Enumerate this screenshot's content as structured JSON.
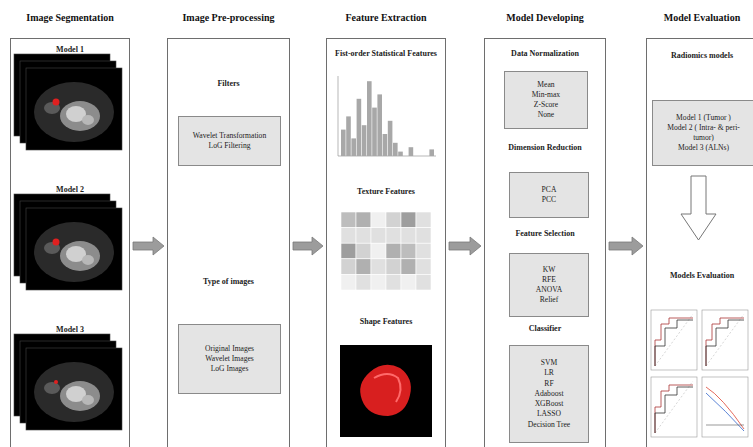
{
  "diagram": {
    "nodes": [
      {
        "text": [
          "Image Segmentation",
          "Model 1",
          "Model 2",
          "Model 3"
        ]
      },
      {
        "text": [
          "Image Pre-processing",
          "Filters",
          "Type of images"
        ]
      },
      {
        "text": [
          "Wavelet Transformation",
          "LoG Filtering"
        ],
        "in": 1
      },
      {
        "text": [
          "Original Images",
          "Wavelet Images",
          "LoG Images"
        ],
        "in": 1
      },
      {
        "text": [
          "Feature Extraction",
          "Fist-order Statistical Features",
          "Texture Features",
          "Shape Features"
        ]
      },
      {
        "text": [
          "Model Developing",
          "Data Normalization",
          "Dimension Reduction",
          "Feature Selection",
          "Classifier"
        ]
      },
      {
        "text": [
          "Mean",
          "Min-max",
          "Z-Score",
          "None"
        ],
        "in": 5
      },
      {
        "text": [
          "PCA",
          "PCC"
        ],
        "in": 5
      },
      {
        "text": [
          "KW",
          "RFE",
          "ANOVA",
          "Relief"
        ],
        "in": 5
      },
      {
        "text": [
          "SVM",
          "LR",
          "RF",
          "Adaboost",
          "XGBoost",
          "LASSO",
          "Decision Tree"
        ],
        "in": 5
      },
      {
        "text": [
          "Model Evaluation",
          "Radiomics models",
          "Models Evaluation"
        ]
      },
      {
        "text": [
          "Model 1 (Tumor )",
          "Model 2 ( Intra- & peri- tumor)",
          "Model 3 (ALNs)"
        ],
        "in": 10
      }
    ],
    "edges": [
      {
        "from": 0,
        "to": 1,
        "arrow": "to"
      },
      {
        "from": 1,
        "to": 4,
        "arrow": "to"
      },
      {
        "from": 4,
        "to": 5,
        "arrow": "to"
      },
      {
        "from": 5,
        "to": 10,
        "arrow": "to"
      }
    ]
  }
}
